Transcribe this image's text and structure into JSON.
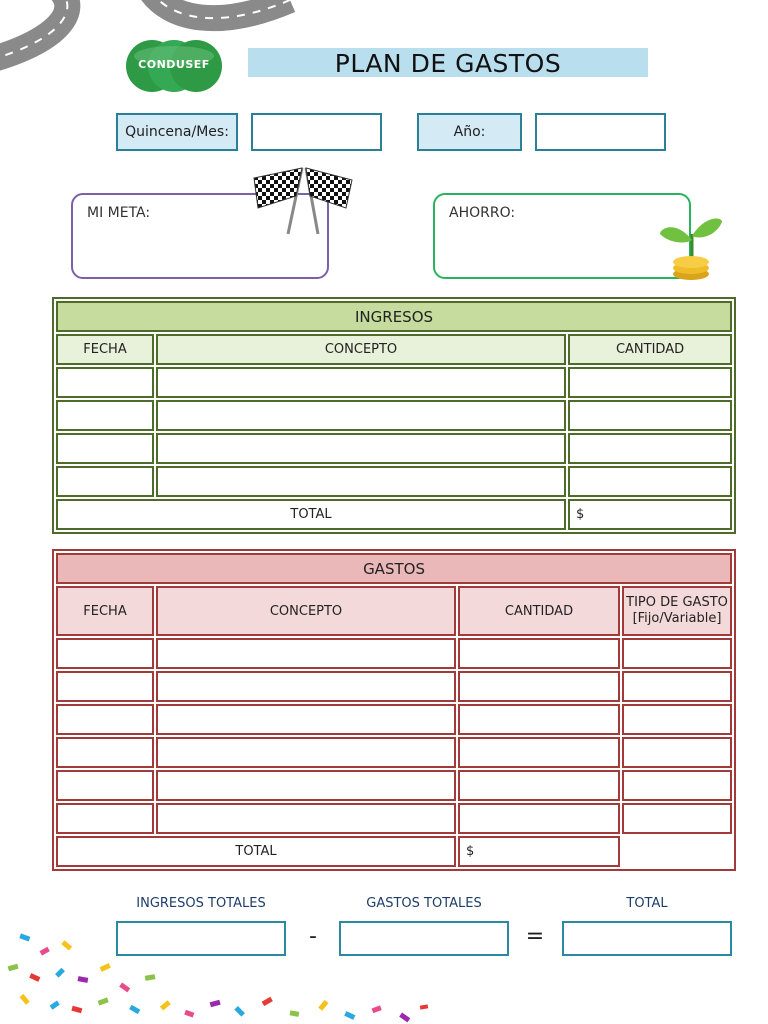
{
  "header": {
    "title": "PLAN DE GASTOS",
    "logo_text": "CONDUSEF"
  },
  "period": {
    "quincena_label": "Quincena/Mes:",
    "quincena_value": "",
    "year_label": "Año:",
    "year_value": ""
  },
  "goals": {
    "meta_label": "MI META:",
    "ahorro_label": "AHORRO:"
  },
  "ingresos": {
    "title": "INGRESOS",
    "columns": [
      "FECHA",
      "CONCEPTO",
      "CANTIDAD"
    ],
    "total_label": "TOTAL",
    "total_value": "$"
  },
  "gastos": {
    "title": "GASTOS",
    "columns": [
      "FECHA",
      "CONCEPTO",
      "CANTIDAD",
      "TIPO DE GASTO [Fijo/Variable]"
    ],
    "total_label": "TOTAL",
    "total_value": "$"
  },
  "summary": {
    "ingresos_label": "INGRESOS TOTALES",
    "gastos_label": "GASTOS TOTALES",
    "total_label": "TOTAL",
    "minus": "-",
    "equals": "="
  },
  "colors": {
    "accent_blue": "#2b7f96",
    "income_green": "#c5dc9e",
    "expense_red": "#ebb8ba"
  }
}
